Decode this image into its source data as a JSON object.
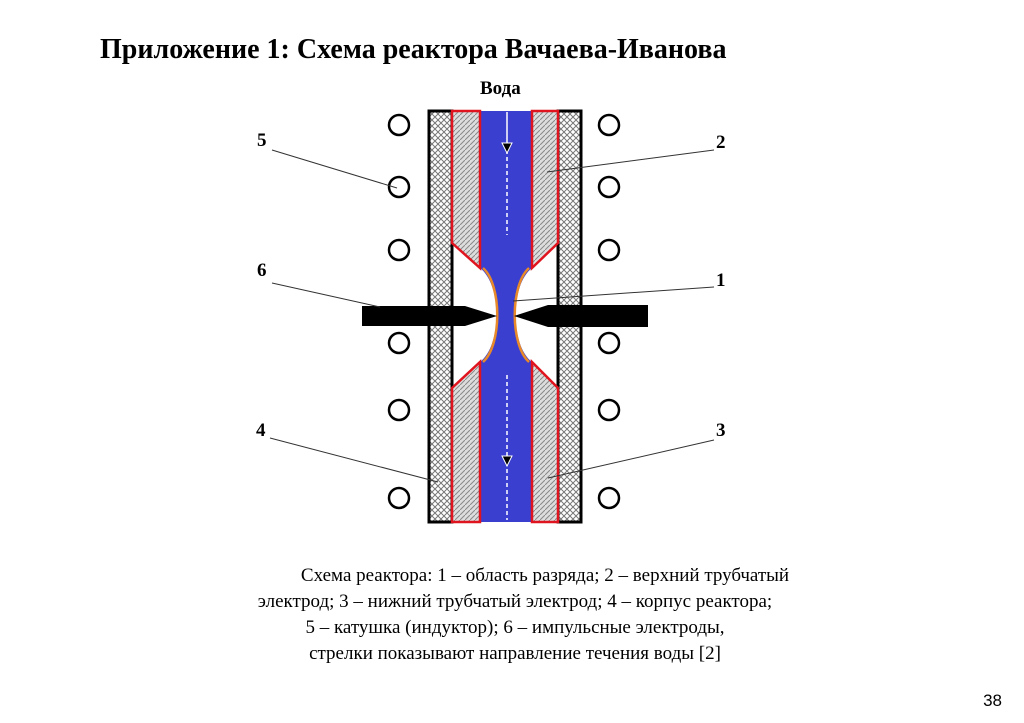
{
  "title": "Приложение 1: Схема реактора Вачаева-Иванова",
  "diagram": {
    "water_label": "Вода",
    "labels": {
      "n1": "1",
      "n2": "2",
      "n3": "3",
      "n4": "4",
      "n5": "5",
      "n6": "6"
    },
    "colors": {
      "water": "#3a3fd0",
      "electrode_outline": "#e0141e",
      "discharge": "#e8892a",
      "body": "#000000"
    }
  },
  "caption": [
    "Схема реактора: 1 – область разряда; 2 – верхний трубчатый",
    "электрод; 3 – нижний трубчатый электрод; 4 – корпус реактора;",
    "5 – катушка (индуктор); 6 – импульсные электроды,",
    "стрелки показывают направление течения воды [2]"
  ],
  "page_number": "38"
}
